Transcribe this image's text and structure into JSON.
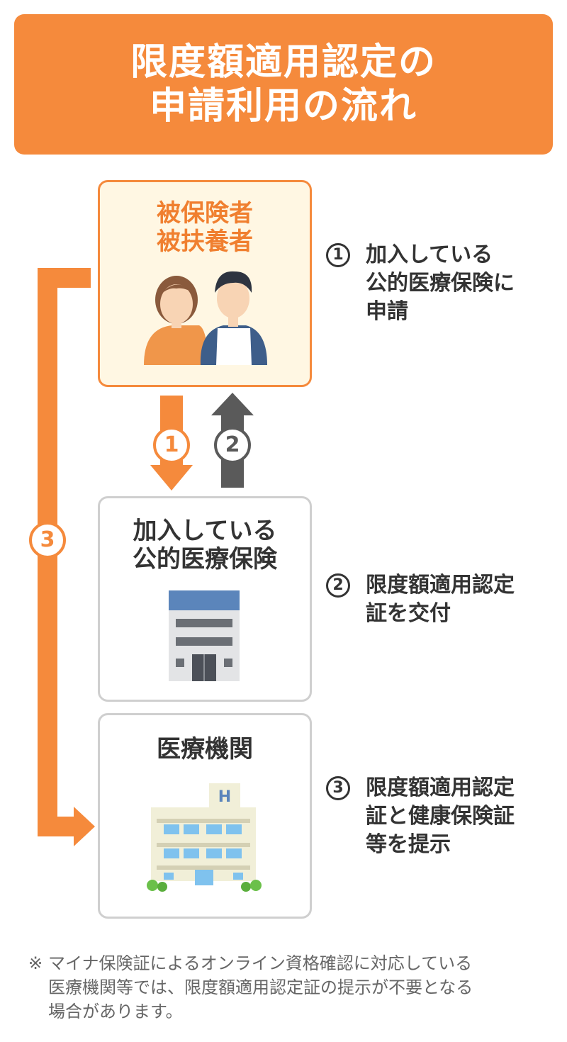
{
  "title": {
    "line1": "限度額適用認定の",
    "line2": "申請利用の流れ"
  },
  "nodes": {
    "insured": {
      "line1": "被保険者",
      "line2": "被扶養者"
    },
    "insurer": {
      "line1": "加入している",
      "line2": "公的医療保険"
    },
    "medical": {
      "line1": "医療機関",
      "hospital_letter": "H"
    }
  },
  "arrows": {
    "step1": "1",
    "step2": "2",
    "step3": "3"
  },
  "steps": [
    {
      "num": "1",
      "lines": [
        "加入している",
        "公的医療保険に",
        "申請"
      ]
    },
    {
      "num": "2",
      "lines": [
        "限度額適用認定",
        "証を交付"
      ]
    },
    {
      "num": "3",
      "lines": [
        "限度額適用認定",
        "証と健康保険証",
        "等を提示"
      ]
    }
  ],
  "footnote": {
    "mark": "※",
    "lines": [
      "マイナ保険証によるオンライン資格確認に対応している",
      "医療機関等では、限度額適用認定証の提示が不要となる",
      "場合があります。"
    ]
  },
  "colors": {
    "accent": "#F58A3C",
    "gray_arrow": "#5A5A5A",
    "box_border": "#CFCFCF",
    "box_fill": "#FFF7E3"
  },
  "icons": [
    "people-icon",
    "building-icon",
    "hospital-icon"
  ]
}
